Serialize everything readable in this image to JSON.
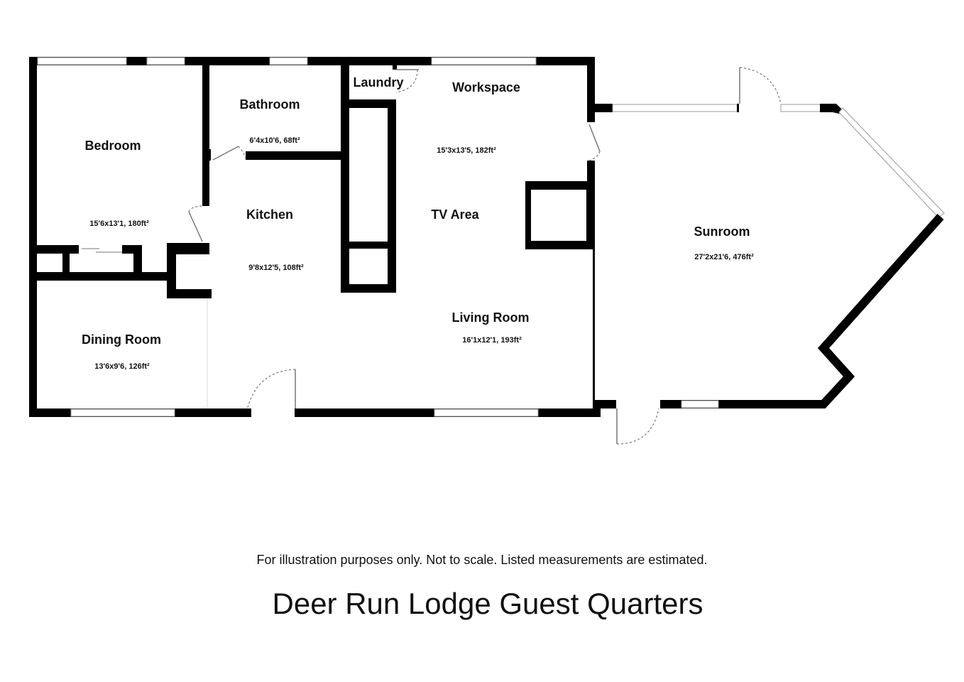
{
  "rooms": {
    "bedroom": {
      "name": "Bedroom",
      "dims": "15'6x13'1, 180ft²"
    },
    "bathroom": {
      "name": "Bathroom",
      "dims": "6'4x10'6, 68ft²"
    },
    "laundry": {
      "name": "Laundry"
    },
    "workspace": {
      "name": "Workspace",
      "dims": "15'3x13'5, 182ft²"
    },
    "kitchen": {
      "name": "Kitchen",
      "dims": "9'8x12'5, 108ft²"
    },
    "tv_area": {
      "name": "TV Area"
    },
    "sunroom": {
      "name": "Sunroom",
      "dims": "27'2x21'6, 476ft²"
    },
    "dining_room": {
      "name": "Dining Room",
      "dims": "13'6x9'6, 126ft²"
    },
    "living_room": {
      "name": "Living Room",
      "dims": "16'1x12'1, 193ft²"
    }
  },
  "disclaimer": "For illustration purposes only. Not to scale. Listed measurements are estimated.",
  "title": "Deer Run Lodge Guest Quarters"
}
